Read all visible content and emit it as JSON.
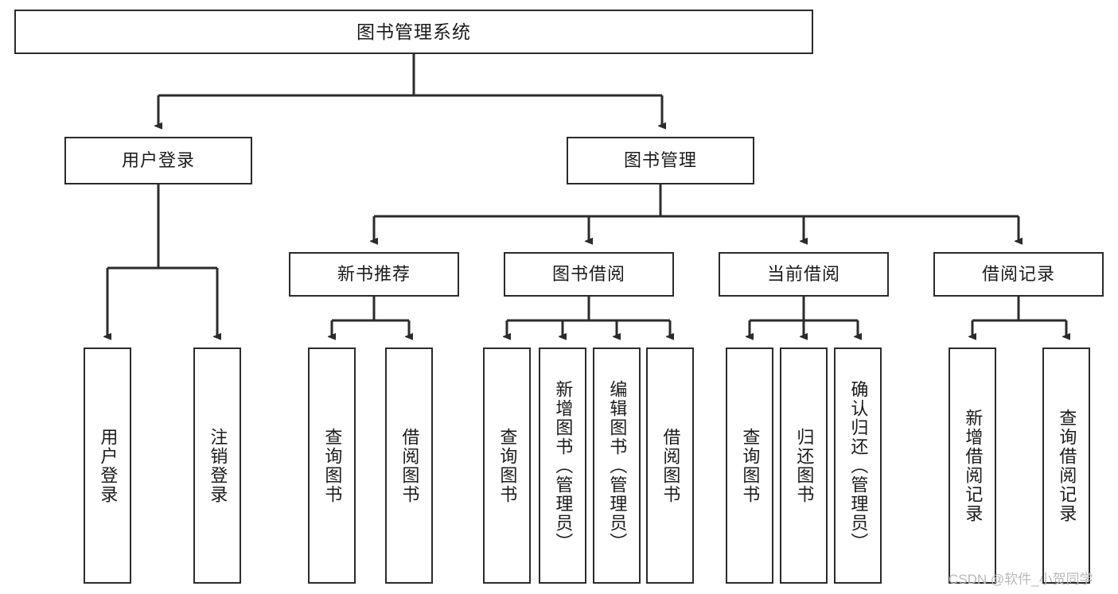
{
  "diagram": {
    "title": "图书管理系统",
    "type": "tree-hierarchy-chart",
    "colors": {
      "border": "#2b2b2b",
      "background": "#ffffff",
      "text": "#1b1b1b",
      "watermark": "#b9b9b9"
    },
    "root": {
      "label": "图书管理系统"
    },
    "level1": [
      {
        "label": "用户登录"
      },
      {
        "label": "图书管理"
      }
    ],
    "level2": [
      {
        "label": "新书推荐"
      },
      {
        "label": "图书借阅"
      },
      {
        "label": "当前借阅"
      },
      {
        "label": "借阅记录"
      }
    ],
    "leaves": {
      "user_login": [
        {
          "label": "用户登录"
        },
        {
          "label": "注销登录"
        }
      ],
      "new_book_recommend": [
        {
          "label": "查询图书"
        },
        {
          "label": "借阅图书"
        }
      ],
      "book_borrow": [
        {
          "label": "查询图书"
        },
        {
          "label": "新增图书（管理员）"
        },
        {
          "label": "编辑图书（管理员）"
        },
        {
          "label": "借阅图书"
        }
      ],
      "current_borrow": [
        {
          "label": "查询图书"
        },
        {
          "label": "归还图书"
        },
        {
          "label": "确认归还（管理员）"
        }
      ],
      "borrow_record": [
        {
          "label": "新增借阅记录"
        },
        {
          "label": "查询借阅记录"
        }
      ]
    }
  },
  "watermark": {
    "text": "CSDN @软件_小贺同学"
  }
}
